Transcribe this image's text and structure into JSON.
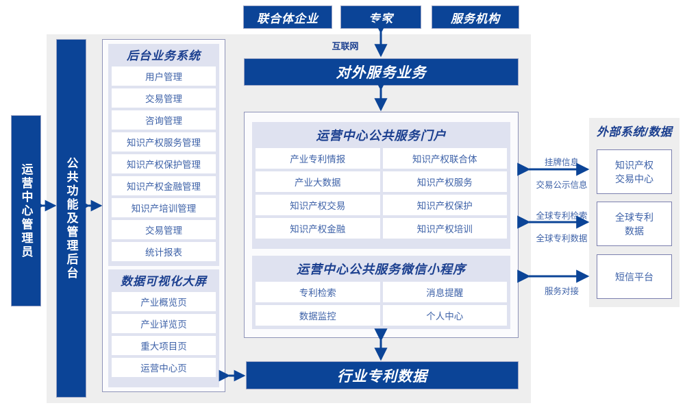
{
  "top_actors": [
    {
      "label": "联合体企业"
    },
    {
      "label": "专家"
    },
    {
      "label": "服务机构"
    }
  ],
  "connectors": {
    "internet_label": "互联网"
  },
  "left_bars": [
    {
      "label": "运营中心管理员"
    },
    {
      "label": "公共功能及管理后台"
    }
  ],
  "backend": {
    "business_system": {
      "title": "后台业务系统",
      "items": [
        "用户管理",
        "交易管理",
        "咨询管理",
        "知识产权服务管理",
        "知识产权保护管理",
        "知识产权金融管理",
        "知识产培训管理",
        "交易管理",
        "统计报表"
      ]
    },
    "visual_screen": {
      "title": "数据可视化大屏",
      "items": [
        "产业概览页",
        "产业详览页",
        "重大项目页",
        "运营中心页"
      ]
    }
  },
  "external_service_bar": {
    "label": "对外服务业务"
  },
  "portal": {
    "title": "运营中心公共服务门户",
    "items": [
      "产业专利情报",
      "知识产权联合体",
      "产业大数据",
      "知识产权服务",
      "知识产权交易",
      "知识产权保护",
      "知识产权金融",
      "知识产权培训"
    ]
  },
  "miniprogram": {
    "title": "运营中心公共服务微信小程序",
    "items": [
      "专利检索",
      "消息提醒",
      "数据监控",
      "个人中心"
    ]
  },
  "bottom_bar": {
    "label": "行业专利数据"
  },
  "external": {
    "title": "外部系统/数据",
    "boxes": [
      {
        "line1": "知识产权",
        "line2": "交易中心"
      },
      {
        "line1": "全球专利",
        "line2": "数据"
      },
      {
        "line1": "短信平台",
        "line2": ""
      }
    ],
    "arrow_labels": [
      {
        "top": "挂牌信息",
        "bottom": "交易公示信息"
      },
      {
        "top": "全球专利检索",
        "bottom": "全球专利数据"
      },
      {
        "top": "",
        "bottom": "服务对接"
      }
    ]
  },
  "colors": {
    "brand_blue": "#0b4497",
    "text_blue": "#3e62a8",
    "title_blue": "#1b3f8f",
    "lavender": "#dfe2f0",
    "gray_panel": "#eeeeee",
    "panel_border": "#8e93b8"
  }
}
